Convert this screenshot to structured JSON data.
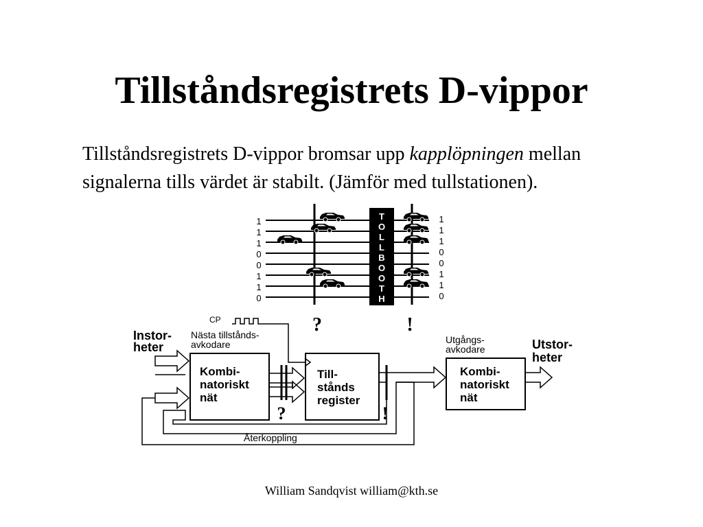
{
  "slide": {
    "title": "Tillståndsregistrets D-vippor",
    "body_before": "Tillståndsregistrets D-vippor bromsar upp ",
    "body_italic": "kapplöpningen",
    "body_after": " mellan signalerna tills värdet är stabilt. (Jämför med tullstationen).",
    "footer": "William Sandqvist  william@kth.se"
  },
  "tollbooth": {
    "booth_letters": [
      "T",
      "O",
      "L",
      "L",
      "B",
      "O",
      "O",
      "T",
      "H"
    ],
    "left_bits": [
      "1",
      "1",
      "1",
      "0",
      "0",
      "1",
      "1",
      "0"
    ],
    "right_bits": [
      "1",
      "1",
      "1",
      "0",
      "0",
      "1",
      "1",
      "0"
    ],
    "left_mark": "?",
    "right_mark": "!"
  },
  "circuit": {
    "cp": "CP",
    "input_label_1": "Instor-",
    "input_label_2": "heter",
    "next_state_1": "Nästa tillstånds-",
    "next_state_2": "avkodare",
    "comb1_1": "Kombi-",
    "comb1_2": "natoriskt",
    "comb1_3": "nät",
    "reg_1": "Till-",
    "reg_2": "stånds",
    "reg_3": "register",
    "out_dec_1": "Utgångs-",
    "out_dec_2": "avkodare",
    "comb2_1": "Kombi-",
    "comb2_2": "natoriskt",
    "comb2_3": "nät",
    "output_label_1": "Utstor-",
    "output_label_2": "heter",
    "feedback": "Återkoppling",
    "mark_left": "?",
    "mark_right": "!"
  }
}
